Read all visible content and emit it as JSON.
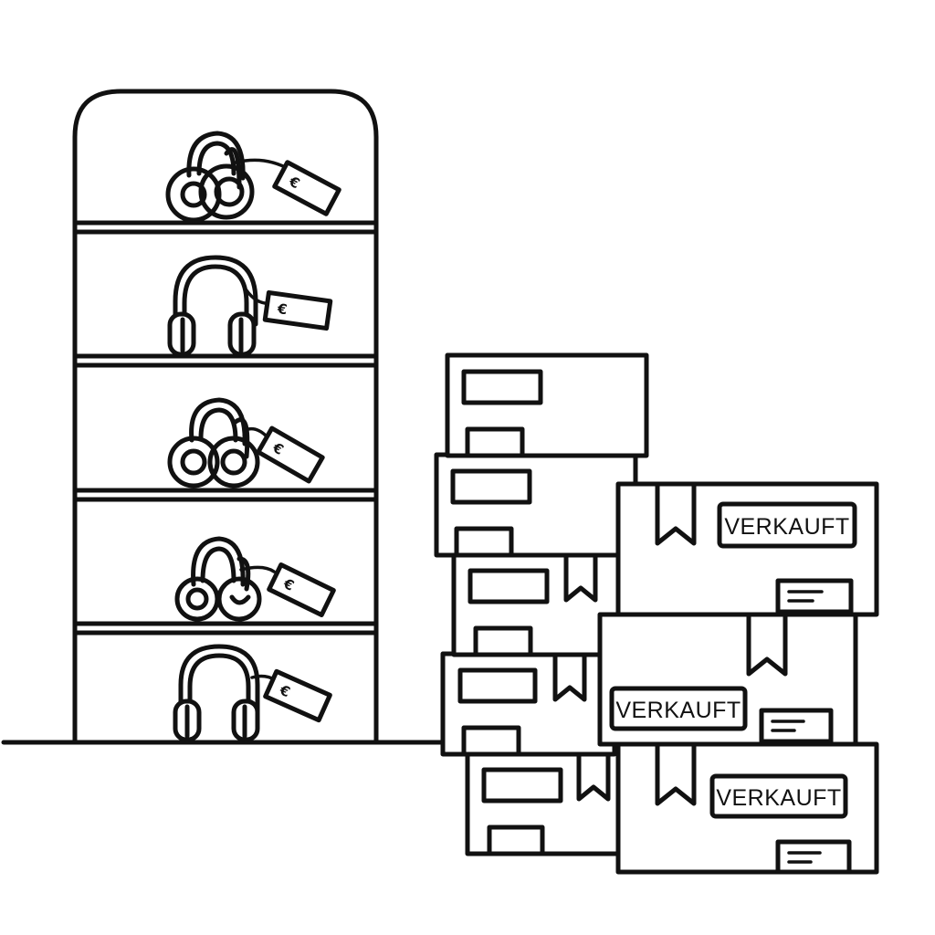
{
  "colors": {
    "ink": "#111111",
    "background": "#ffffff"
  },
  "shelf": {
    "compartments": [
      {
        "item": "earbud-headphones",
        "price_tag_symbol": "€"
      },
      {
        "item": "over-ear-headphones",
        "price_tag_symbol": "€"
      },
      {
        "item": "earbud-headphones",
        "price_tag_symbol": "€"
      },
      {
        "item": "earbud-headphones",
        "price_tag_symbol": "€"
      },
      {
        "item": "over-ear-headphones",
        "price_tag_symbol": "€"
      }
    ]
  },
  "boxes": {
    "sold_label": "VERKAUFT"
  }
}
